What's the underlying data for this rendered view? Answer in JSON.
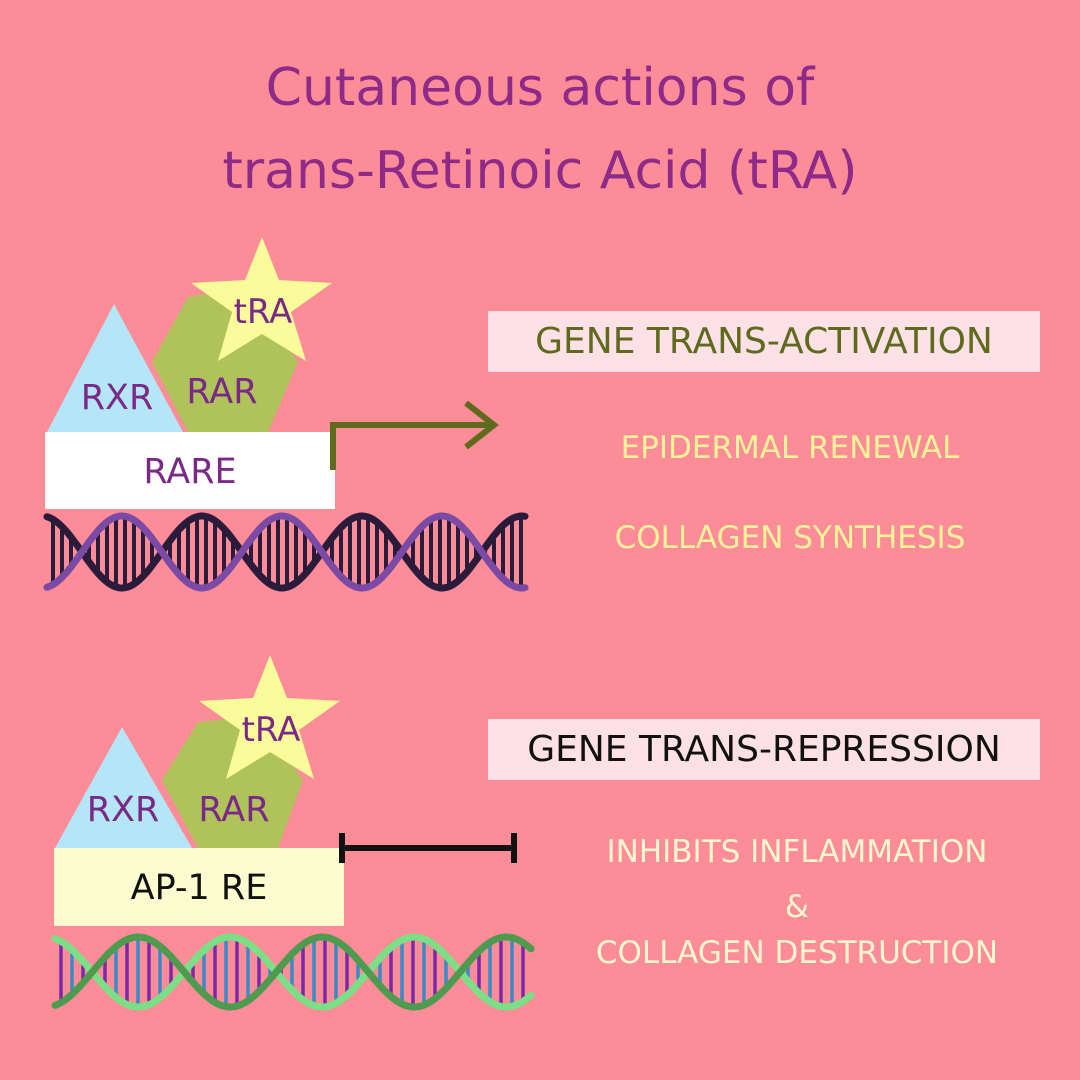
{
  "title": {
    "line1": "Cutaneous actions of",
    "line2": "trans-Retinoic Acid (tRA)"
  },
  "colors": {
    "background": "#fc8c97",
    "title": "#8e2a88",
    "rxr": "#b5e6f8",
    "rar": "#b0c25a",
    "star": "#fafb9a",
    "rare_box": "#ffffff",
    "ap1_box": "#fdfcd0",
    "activation_header_text": "#5f6b1c",
    "repression_header_text": "#111111",
    "activation_effects": "#fbf39a",
    "repression_effects": "#fdf7cf",
    "arrow": "#5f6b1c",
    "inhibit": "#111111",
    "dna1_strand": "#7a4aa4",
    "dna1_dark": "#2b1b3a",
    "dna2_strand": "#4e9a4f",
    "dna2_light": "#7be085",
    "dna2_rung_a": "#7a2aa8",
    "dna2_rung_b": "#3a8acb"
  },
  "activation": {
    "ligand": "tRA",
    "rxr": "RXR",
    "rar": "RAR",
    "element": "RARE",
    "header": "GENE TRANS-ACTIVATION",
    "effects": [
      "EPIDERMAL RENEWAL",
      "COLLAGEN SYNTHESIS"
    ],
    "arrow_icon": "right-angle-arrow-icon",
    "dna_icon": "dna-helix-icon"
  },
  "repression": {
    "ligand": "tRA",
    "rxr": "RXR",
    "rar": "RAR",
    "element": "AP-1 RE",
    "header": "GENE TRANS-REPRESSION",
    "effects": [
      "INHIBITS INFLAMMATION",
      "&",
      "COLLAGEN DESTRUCTION"
    ],
    "inhibit_icon": "inhibition-bar-icon",
    "dna_icon": "dna-helix-icon"
  }
}
